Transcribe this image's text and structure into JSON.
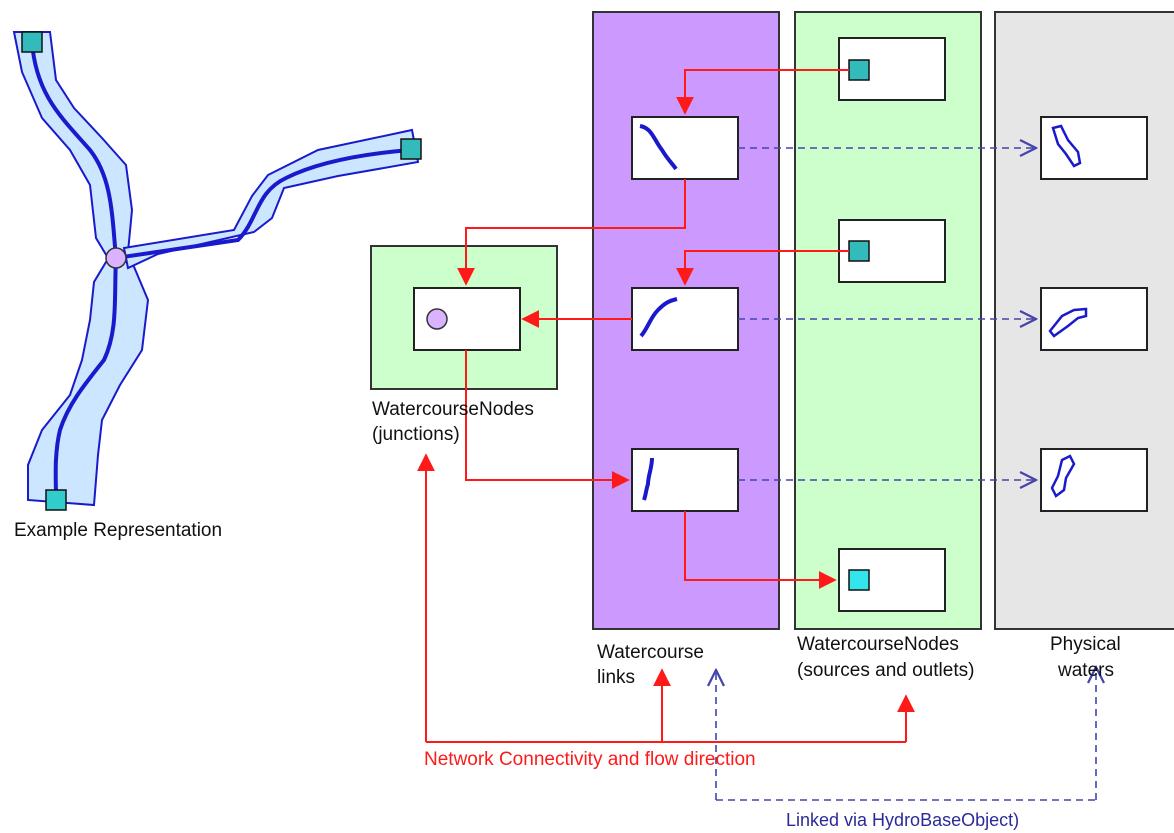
{
  "example": {
    "caption": "Example Representation"
  },
  "columns": {
    "junctions": {
      "line1": "WatercourseNodes",
      "line2": "(junctions)"
    },
    "links": {
      "line1": "Watercourse",
      "line2": "links"
    },
    "sources_outlets": {
      "line1": "WatercourseNodes",
      "line2": "(sources and outlets)"
    },
    "physical": {
      "line1": "Physical",
      "line2": "waters"
    }
  },
  "legend": {
    "network": "Network Connectivity and flow direction",
    "linked": "Linked via HydroBaseObject)"
  },
  "colors": {
    "links_panel": "#cc99ff",
    "nodes_panel": "#ccffcc",
    "physical_panel": "#e6e6e6",
    "river_fill": "#cce6ff",
    "river_line": "#1a1acc",
    "network_arrow": "#ff1a1a",
    "link_arrow": "#4444aa",
    "node_square": "#33bbbb",
    "junction_node": "#d9b3ff"
  },
  "icons": {
    "source_node": "teal-square-icon",
    "junction_node": "purple-circle-icon",
    "link_curve": "blue-curve-icon",
    "water_polygon": "blue-polygon-icon"
  }
}
